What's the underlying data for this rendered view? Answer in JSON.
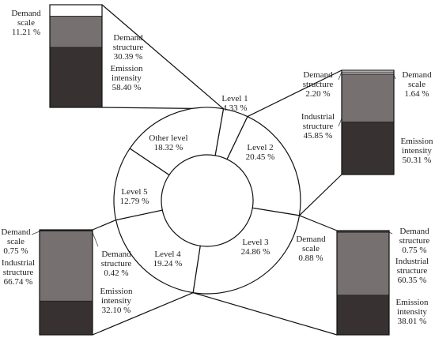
{
  "chart_data": {
    "type": "pie",
    "style": "donut with stacked-bar breakouts",
    "ring": {
      "slices": [
        {
          "id": "level1",
          "label": "Level 1",
          "value": 4.33,
          "value_text": "4.33 %"
        },
        {
          "id": "level2",
          "label": "Level 2",
          "value": 20.45,
          "value_text": "20.45 %"
        },
        {
          "id": "level3",
          "label": "Level 3",
          "value": 24.86,
          "value_text": "24.86 %"
        },
        {
          "id": "level4",
          "label": "Level 4",
          "value": 19.24,
          "value_text": "19.24 %"
        },
        {
          "id": "level5",
          "label": "Level 5",
          "value": 12.79,
          "value_text": "12.79 %"
        },
        {
          "id": "other",
          "label": "Other level",
          "value": 18.32,
          "value_text": "18.32 %"
        }
      ]
    },
    "breakouts": [
      {
        "slice": "level1",
        "segments": [
          {
            "name": "Demand scale",
            "value": 11.21,
            "value_text": "11.21 %",
            "color": "#ffffff"
          },
          {
            "name": "Demand structure",
            "value": 30.39,
            "value_text": "30.39 %",
            "color": "#767170"
          },
          {
            "name": "Emission intensity",
            "value": 58.4,
            "value_text": "58.40 %",
            "color": "#373231"
          }
        ]
      },
      {
        "slice": "level2",
        "segments": [
          {
            "name": "Demand scale",
            "value": 1.64,
            "value_text": "1.64 %",
            "color": "#ffffff"
          },
          {
            "name": "Demand structure",
            "value": 2.2,
            "value_text": "2.20 %",
            "color": "#b5b1b0"
          },
          {
            "name": "Industrial structure",
            "value": 45.85,
            "value_text": "45.85 %",
            "color": "#767170"
          },
          {
            "name": "Emission intensity",
            "value": 50.31,
            "value_text": "50.31 %",
            "color": "#373231"
          }
        ]
      },
      {
        "slice": "level3",
        "segments": [
          {
            "name": "Demand scale",
            "value": 0.88,
            "value_text": "0.88 %",
            "color": "#ffffff"
          },
          {
            "name": "Demand structure",
            "value": 0.75,
            "value_text": "0.75 %",
            "color": "#b5b1b0"
          },
          {
            "name": "Industrial structure",
            "value": 60.35,
            "value_text": "60.35 %",
            "color": "#767170"
          },
          {
            "name": "Emission intensity",
            "value": 38.01,
            "value_text": "38.01 %",
            "color": "#373231"
          }
        ]
      },
      {
        "slice": "level4",
        "segments": [
          {
            "name": "Demand scale",
            "value": 0.75,
            "value_text": "0.75 %",
            "color": "#ffffff"
          },
          {
            "name": "Demand structure",
            "value": 0.42,
            "value_text": "0.42 %",
            "color": "#b5b1b0"
          },
          {
            "name": "Industrial structure",
            "value": 66.74,
            "value_text": "66.74 %",
            "color": "#767170"
          },
          {
            "name": "Emission intensity",
            "value": 32.1,
            "value_text": "32.10 %",
            "color": "#373231"
          }
        ]
      }
    ]
  }
}
